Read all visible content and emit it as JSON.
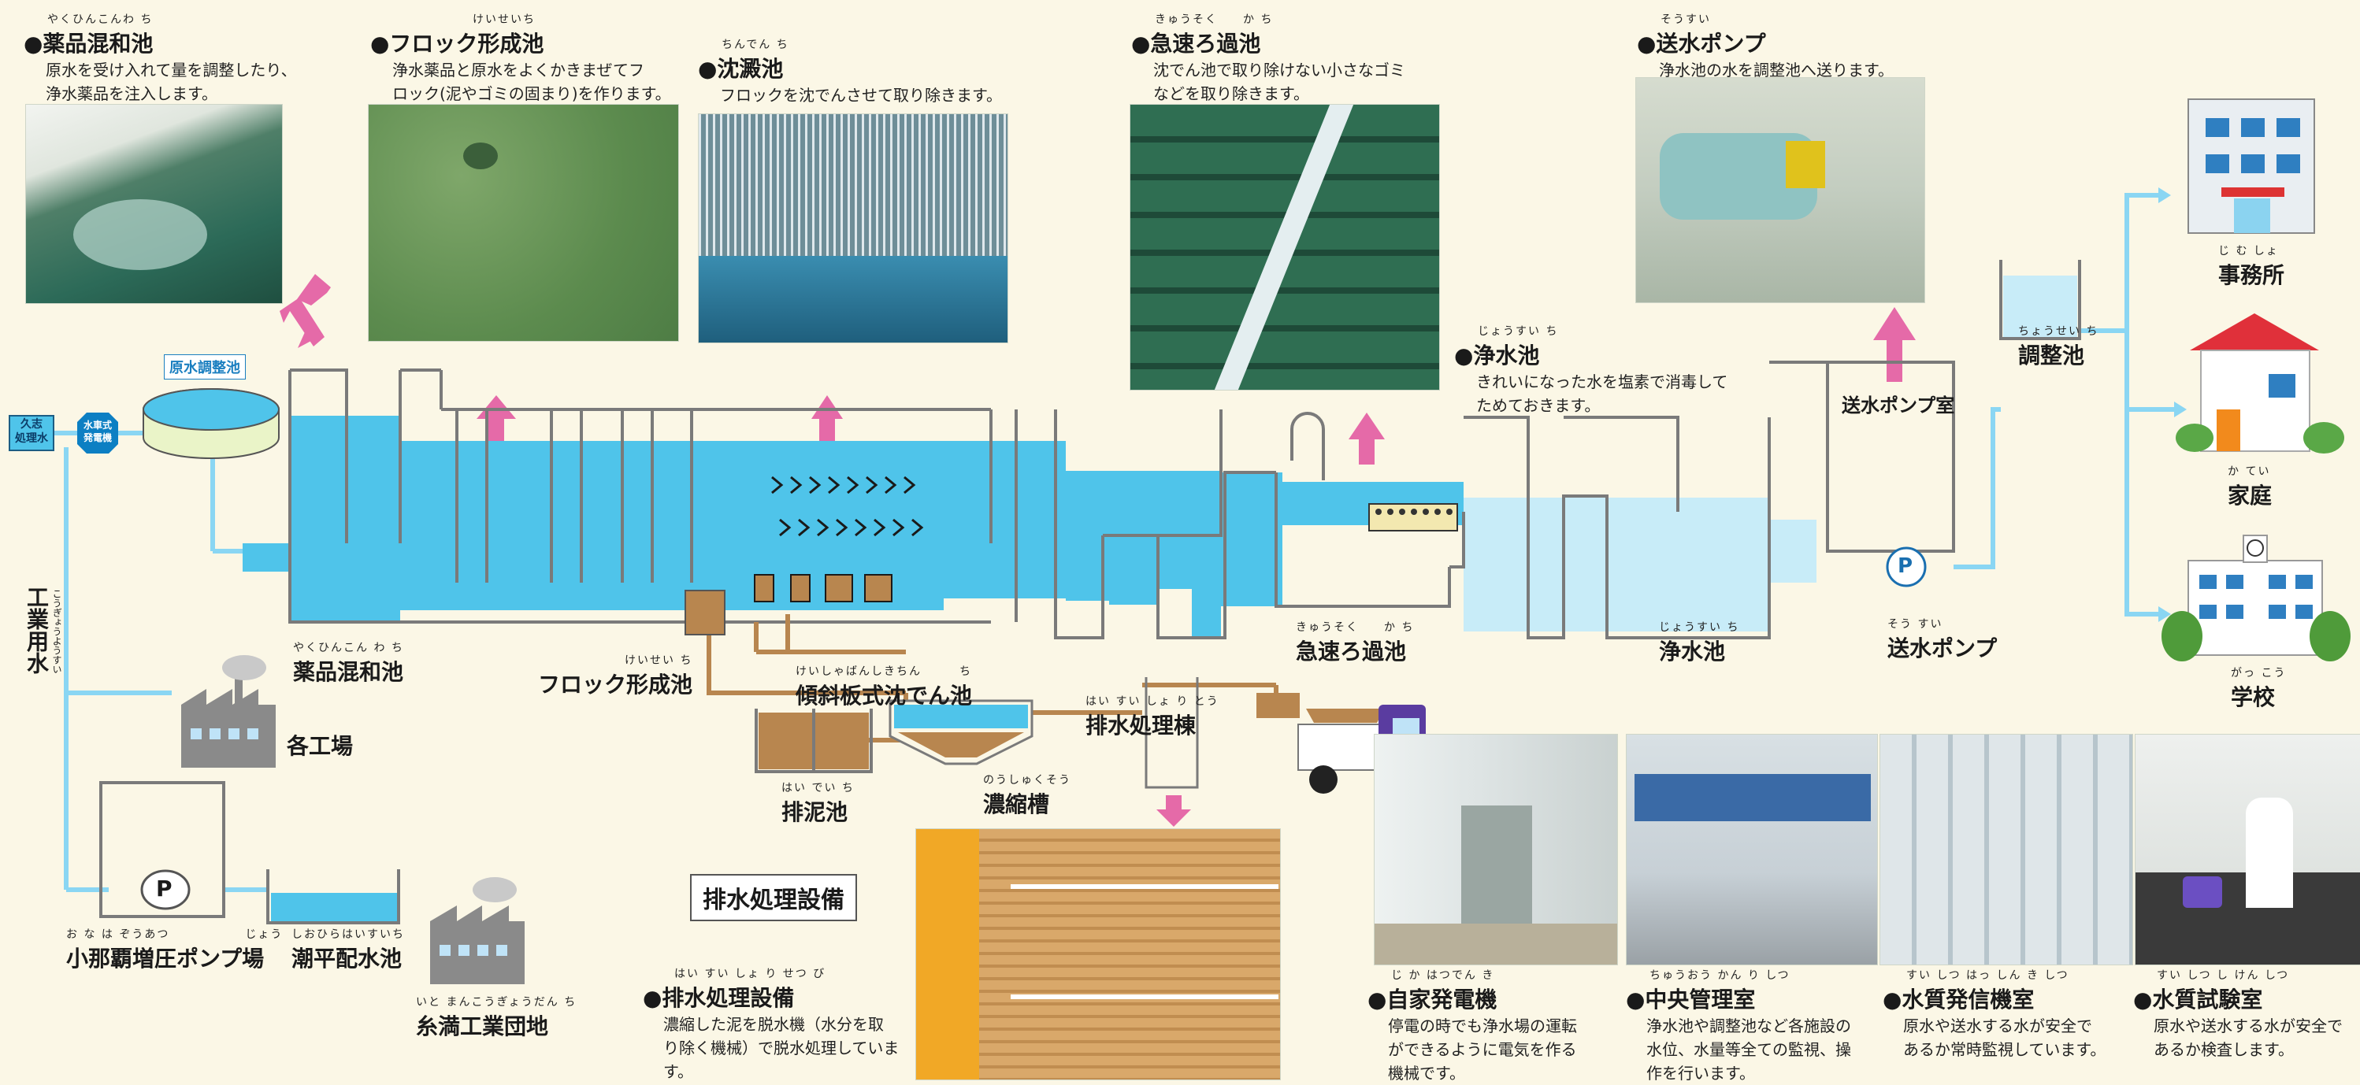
{
  "top_sections": [
    {
      "ruby": "やくひんこんわ ち",
      "title": "●薬品混和池",
      "desc": [
        "原水を受け入れて量を調整したり、",
        "浄水薬品を注入します。"
      ]
    },
    {
      "ruby": "けいせいち",
      "title": "●フロック形成池",
      "desc": [
        "浄水薬品と原水をよくかきまぜてフ",
        "ロック(泥やゴミの固まり)を作ります。"
      ]
    },
    {
      "ruby": "ちんでん ち",
      "title": "●沈澱池",
      "desc": [
        "フロックを沈でんさせて取り除きます。"
      ]
    },
    {
      "ruby": "きゅうそく　　か ち",
      "title": "●急速ろ過池",
      "desc": [
        "沈でん池で取り除けない小さなゴミ",
        "などを取り除きます。"
      ]
    },
    {
      "ruby": "そうすい",
      "title": "●送水ポンプ",
      "desc": [
        "浄水池の水を調整池へ送ります。"
      ]
    },
    {
      "ruby": "じょうすい ち",
      "title": "●浄水池",
      "desc": [
        "きれいになった水を塩素で消毒して",
        "ためておきます。"
      ]
    }
  ],
  "diagram_labels": {
    "source1": "久志",
    "source2": "処理水",
    "generator1": "水車式",
    "generator2": "発電機",
    "raw_basin": "原水調整池",
    "industrial_ruby": "こうぎょうようすい",
    "industrial": "工業用水",
    "mixing_ruby": "やくひんこん わ ち",
    "mixing": "薬品混和池",
    "floc_ruby": "けいせい ち",
    "floc": "フロック形成池",
    "settle_ruby": "けいしゃばんしきちん　　　ち",
    "settle": "傾斜板式沈でん池",
    "filter_ruby": "きゅうそく　　か ち",
    "filter": "急速ろ過池",
    "clear_ruby": "じょうすい ち",
    "clear": "浄水池",
    "pump_room": "送水ポンプ室",
    "pump_ruby": "そう すい",
    "pump": "送水ポンプ",
    "p_symbol": "P",
    "regulating_ruby": "ちょうせい ち",
    "regulating": "調整池",
    "office_ruby": "じ む しょ",
    "office": "事務所",
    "home_ruby": "か てい",
    "home": "家庭",
    "school_ruby": "がっ こう",
    "school": "学校",
    "factories": "各工場",
    "onaha_ruby": "お な は ぞうあつ　　　　　　じょう",
    "onaha": "小那覇増圧ポンプ場",
    "shiohira_ruby": "しおひらはいすいち",
    "shiohira": "潮平配水池",
    "itoman_ruby": "いと まんこうぎょうだん ち",
    "itoman": "糸満工業団地",
    "drain_ruby": "はい でい ち",
    "drain": "排泥池",
    "thick_ruby": "のうしゅくそう",
    "thick": "濃縮槽",
    "waste_bldg_ruby": "はい すい しょ り とう",
    "waste_bldg": "排水処理棟",
    "waste_box": "排水処理設備"
  },
  "waste_section": {
    "ruby": "はい すい しょ り せつ び",
    "title": "●排水処理設備",
    "desc": [
      "濃縮した泥を脱水機（水分を取",
      "り除く機械）で脱水処理していま",
      "す。"
    ]
  },
  "bottom_sections": [
    {
      "ruby": "じ か はつでん き",
      "title": "●自家発電機",
      "desc": [
        "停電の時でも浄水場の運転",
        "ができるように電気を作る",
        "機械です。"
      ]
    },
    {
      "ruby": "ちゅうおう かん り しつ",
      "title": "●中央管理室",
      "desc": [
        "浄水池や調整池など各施設の",
        "水位、水量等全ての監視、操",
        "作を行います。"
      ]
    },
    {
      "ruby": "すい しつ はっ しん き しつ",
      "title": "●水質発信機室",
      "desc": [
        "原水や送水する水が安全で",
        "あるか常時監視しています。"
      ]
    },
    {
      "ruby": "すい しつ し けん しつ",
      "title": "●水質試験室",
      "desc": [
        "原水や送水する水が安全で",
        "あるか検査します。"
      ]
    }
  ],
  "colors": {
    "water": "#4fc4ea",
    "light_water": "#c8ecf8",
    "pink": "#e56aa8",
    "pipe": "#8ad6f3",
    "mud": "#b8864f",
    "bg": "#fbf7e6"
  }
}
